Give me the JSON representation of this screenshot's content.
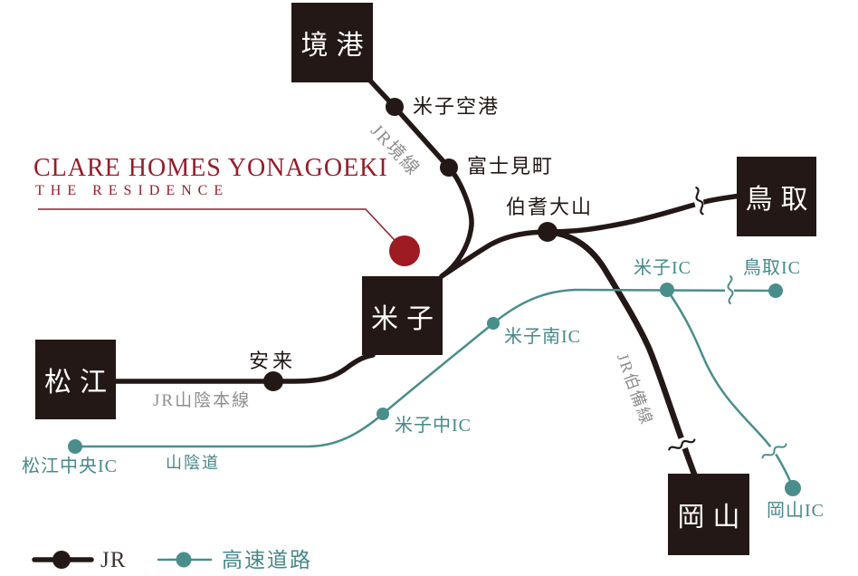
{
  "title": {
    "line1": "CLARE HOMES YONAGOEKI",
    "line2": "THE RESIDENCE"
  },
  "cities": {
    "sakaiminato": "境港",
    "tottori": "鳥取",
    "yonago": "米子",
    "matsue": "松江",
    "okayama": "岡山"
  },
  "stations": {
    "yonago_airport": "米子空港",
    "fujimicho": "富士見町",
    "hoki_daisen": "伯耆大山",
    "yasugi": "安来"
  },
  "interchanges": {
    "yonago_ic": "米子IC",
    "tottori_ic": "鳥取IC",
    "yonago_minami_ic": "米子南IC",
    "yonago_naka_ic": "米子中IC",
    "matsue_chuo_ic": "松江中央IC",
    "okayama_ic": "岡山IC"
  },
  "lines": {
    "jr_sakai": "JR境線",
    "jr_sanin_main": "JR山陰本線",
    "jr_hakubi": "JR伯備線",
    "sanin_expressway": "山陰道"
  },
  "legend": {
    "jr": "JR",
    "expressway": "高速道路"
  },
  "colors": {
    "jr_black": "#231815",
    "expressway_teal": "#4a8e8b",
    "brand_red": "#951d2b",
    "property_dot_red": "#9e1b23",
    "line_name_gray": "#8e8e8e"
  }
}
